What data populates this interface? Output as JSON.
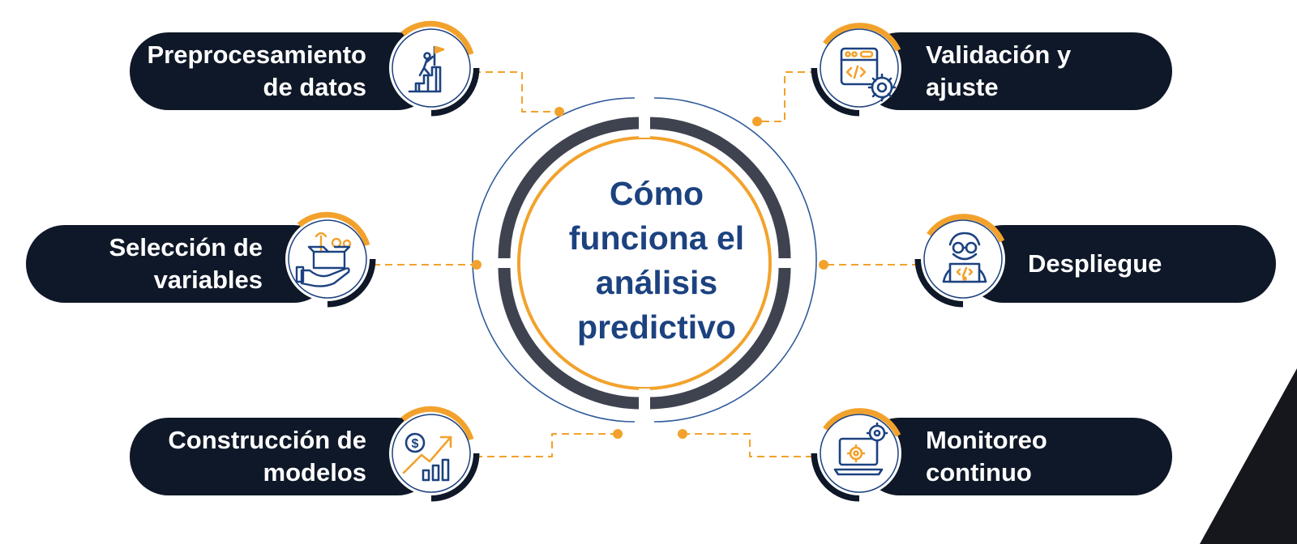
{
  "colors": {
    "pill": "#0f1828",
    "accent": "#f2a22c",
    "ring_gray": "#3f4350",
    "navy": "#1c4280",
    "thin_ring": "#2f5a9a"
  },
  "center": {
    "lines": [
      "Cómo",
      "funciona el",
      "análisis",
      "predictivo"
    ]
  },
  "steps": [
    {
      "id": "preprocesamiento",
      "lines": [
        "Preprocesamiento",
        "de datos"
      ],
      "icon": "climbing-stairs-flag-icon"
    },
    {
      "id": "seleccion",
      "lines": [
        "Selección de",
        "variables"
      ],
      "icon": "hand-box-tools-icon"
    },
    {
      "id": "construccion",
      "lines": [
        "Construcción de",
        "modelos"
      ],
      "icon": "growth-chart-dollar-icon"
    },
    {
      "id": "validacion",
      "lines": [
        "Validación y",
        "ajuste"
      ],
      "icon": "browser-code-gear-icon"
    },
    {
      "id": "despliegue",
      "lines": [
        "Despliegue"
      ],
      "icon": "developer-laptop-icon"
    },
    {
      "id": "monitoreo",
      "lines": [
        "Monitoreo",
        "continuo"
      ],
      "icon": "laptop-gears-icon"
    }
  ]
}
